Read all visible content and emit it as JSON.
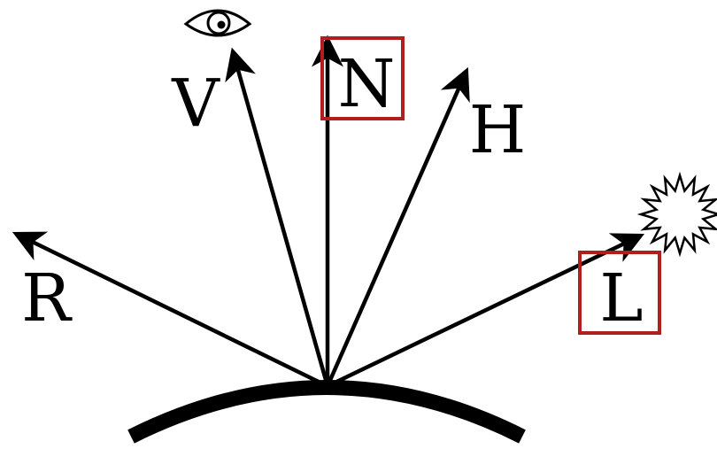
{
  "vectors": {
    "R": {
      "label": "R"
    },
    "V": {
      "label": "V"
    },
    "N": {
      "label": "N",
      "highlighted": true
    },
    "H": {
      "label": "H"
    },
    "L": {
      "label": "L",
      "highlighted": true
    }
  },
  "icons": {
    "viewer": "eye-icon",
    "light": "sun-burst-icon"
  },
  "colors": {
    "stroke": "#000000",
    "highlight": "#b01e1e",
    "background": "#ffffff"
  }
}
